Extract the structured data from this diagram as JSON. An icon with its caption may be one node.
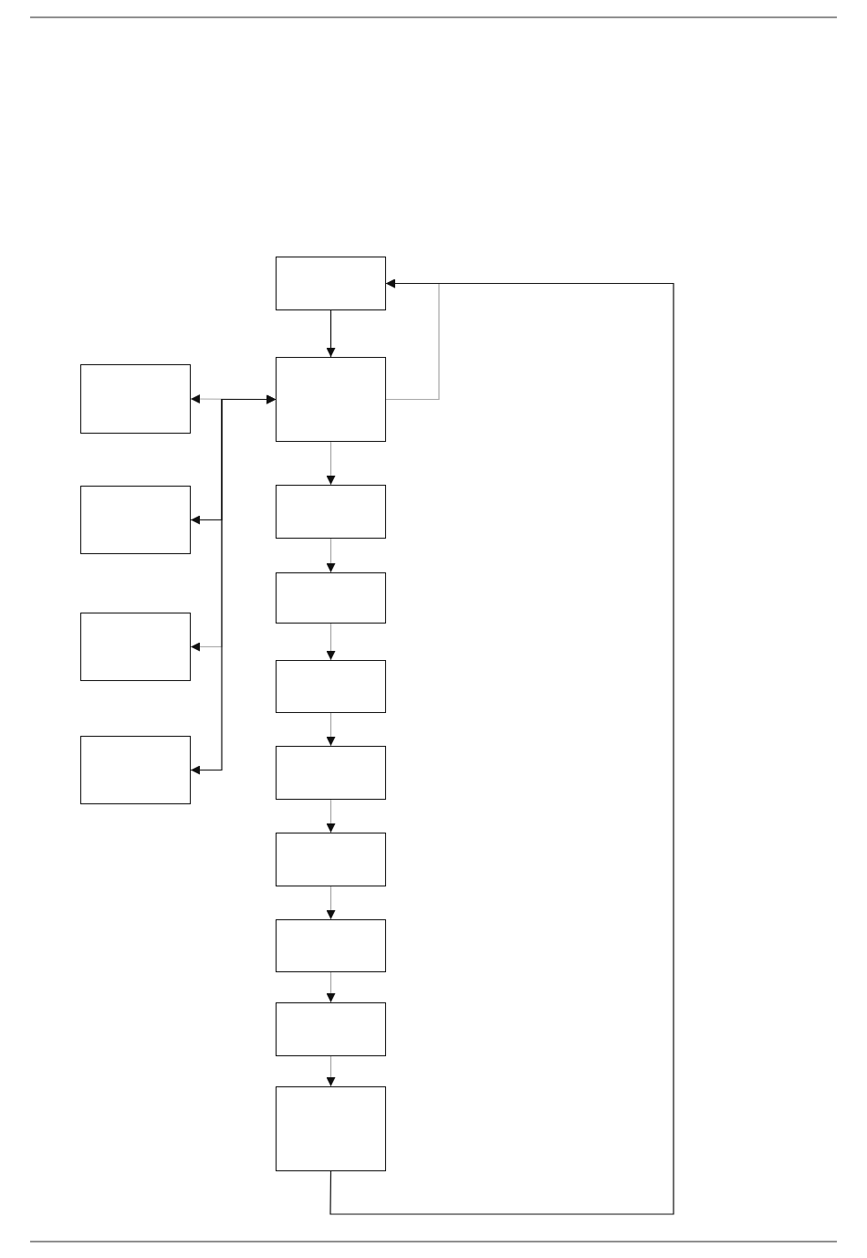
{
  "diagram": {
    "nodes": [
      {
        "text": [],
        "shape": "box"
      },
      {
        "text": [],
        "shape": "box"
      },
      {
        "text": [],
        "shape": "box"
      },
      {
        "text": [],
        "shape": "box"
      },
      {
        "text": [],
        "shape": "box"
      },
      {
        "text": [],
        "shape": "box"
      },
      {
        "text": [],
        "shape": "box"
      },
      {
        "text": [],
        "shape": "box"
      },
      {
        "text": [],
        "shape": "box"
      },
      {
        "text": [],
        "shape": "box"
      },
      {
        "text": [],
        "shape": "box"
      },
      {
        "text": [],
        "shape": "box"
      },
      {
        "text": [],
        "shape": "box"
      },
      {
        "text": [],
        "shape": "box"
      }
    ],
    "edges": [
      {
        "from": 0,
        "to": 1,
        "arrow": "to",
        "color": "#111111"
      },
      {
        "from": 1,
        "to": 2,
        "arrow": "to"
      },
      {
        "from": 2,
        "to": 3,
        "arrow": "to"
      },
      {
        "from": 3,
        "to": 4,
        "arrow": "to"
      },
      {
        "from": 4,
        "to": 5,
        "arrow": "to"
      },
      {
        "from": 5,
        "to": 6,
        "arrow": "to"
      },
      {
        "from": 6,
        "to": 7,
        "arrow": "to"
      },
      {
        "from": 7,
        "to": 8,
        "arrow": "to"
      },
      {
        "from": 8,
        "to": 9,
        "arrow": "to"
      },
      {
        "from": 9,
        "to": 0,
        "arrow": "to",
        "color": "#111111"
      },
      {
        "from": 1,
        "to": 0,
        "arrow": "to"
      },
      {
        "from": 1,
        "to": 10,
        "arrow": "both"
      },
      {
        "from": 1,
        "to": 11,
        "arrow": "both",
        "color": "#111111"
      },
      {
        "from": 1,
        "to": 12,
        "arrow": "both"
      },
      {
        "from": 1,
        "to": 13,
        "arrow": "both",
        "color": "#111111"
      }
    ]
  }
}
